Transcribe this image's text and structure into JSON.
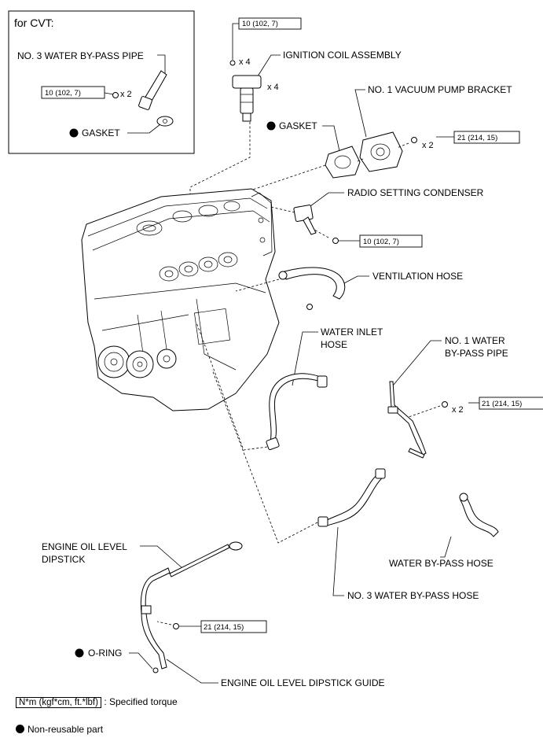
{
  "inset": {
    "title": "for CVT:",
    "pipe_label": "NO. 3 WATER BY-PASS PIPE",
    "torque": "10 (102, 7)",
    "qty": "x 2",
    "gasket_label": "GASKET"
  },
  "labels": {
    "ignition_torque": "10 (102, 7)",
    "ignition_bolt_qty": "x 4",
    "ignition_coil": "IGNITION COIL ASSEMBLY",
    "ignition_coil_qty": "x 4",
    "vacuum_bracket": "NO. 1 VACUUM PUMP BRACKET",
    "gasket": "GASKET",
    "vacuum_qty": "x 2",
    "vacuum_torque": "21 (214, 15)",
    "radio_condenser": "RADIO SETTING CONDENSER",
    "radio_torque": "10 (102, 7)",
    "ventilation_hose": "VENTILATION HOSE",
    "water_inlet_hose_line1": "WATER INLET",
    "water_inlet_hose_line2": "HOSE",
    "bypass_pipe1_line1": "NO. 1 WATER",
    "bypass_pipe1_line2": "BY-PASS PIPE",
    "bypass_pipe1_qty": "x 2",
    "bypass_pipe1_torque": "21 (214, 15)",
    "water_bypass_hose": "WATER BY-PASS HOSE",
    "dipstick_line1": "ENGINE OIL LEVEL",
    "dipstick_line2": "DIPSTICK",
    "no3_bypass_hose": "NO. 3 WATER BY-PASS HOSE",
    "dipstick_torque": "21 (214, 15)",
    "o_ring": "O-RING",
    "dipstick_guide": "ENGINE OIL LEVEL DIPSTICK GUIDE"
  },
  "legend": {
    "torque_unit": "N*m (kgf*cm, ft.*lbf)",
    "torque_desc": ": Specified torque",
    "non_reusable": "Non-reusable part"
  }
}
